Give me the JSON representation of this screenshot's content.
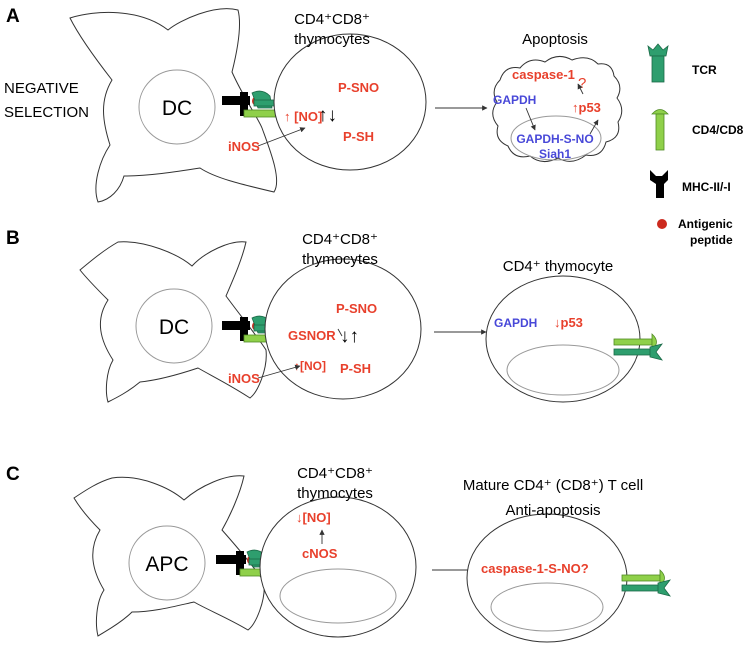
{
  "panels": {
    "a": {
      "letter": "A",
      "side_label_1": "NEGATIVE",
      "side_label_2": "SELECTION",
      "cell": "DC",
      "thymo_title_1": "CD4⁺CD8⁺",
      "thymo_title_2": "thymocytes",
      "psno": "P-SNO",
      "arrows": "↑↓",
      "no": "↑ [NO]",
      "psh": "P-SH",
      "inos": "iNOS",
      "apoptosis_title": "Apoptosis",
      "caspase": "caspase-1",
      "question": "?",
      "gapdh": "GAPDH",
      "p53": "↑p53",
      "gapdh_sno": "GAPDH-S-NO",
      "siah1": "Siah1"
    },
    "b": {
      "letter": "B",
      "cell": "DC",
      "thymo_title_1": "CD4⁺CD8⁺",
      "thymo_title_2": "thymocytes",
      "psno": "P-SNO",
      "gsnor": "GSNOR",
      "arrows": "↓↑",
      "no": "↑[NO]",
      "psh": "P-SH",
      "inos": "iNOS",
      "out_title": "CD4⁺ thymocyte",
      "gapdh": "GAPDH",
      "p53": "↓p53"
    },
    "c": {
      "letter": "C",
      "cell": "APC",
      "thymo_title_1": "CD4⁺CD8⁺",
      "thymo_title_2": "thymocytes",
      "no": "↓[NO]",
      "cnos": "cNOS",
      "out_title_1": "Mature CD4⁺ (CD8⁺) T cell",
      "out_title_2": "Anti-apoptosis",
      "caspase_sno": "caspase-1-S-NO?"
    }
  },
  "legend": {
    "tcr": "TCR",
    "cd4cd8": "CD4/CD8",
    "mhc": "MHC-II/-I",
    "peptide_1": "Antigenic",
    "peptide_2": "peptide"
  },
  "colors": {
    "red_text": "#e8402c",
    "blue_text": "#4848d8",
    "tcr_green": "#2e9e6e",
    "cd4_green": "#8fd04a",
    "mhc_black": "#000000",
    "peptide_red": "#cc2a1e"
  }
}
